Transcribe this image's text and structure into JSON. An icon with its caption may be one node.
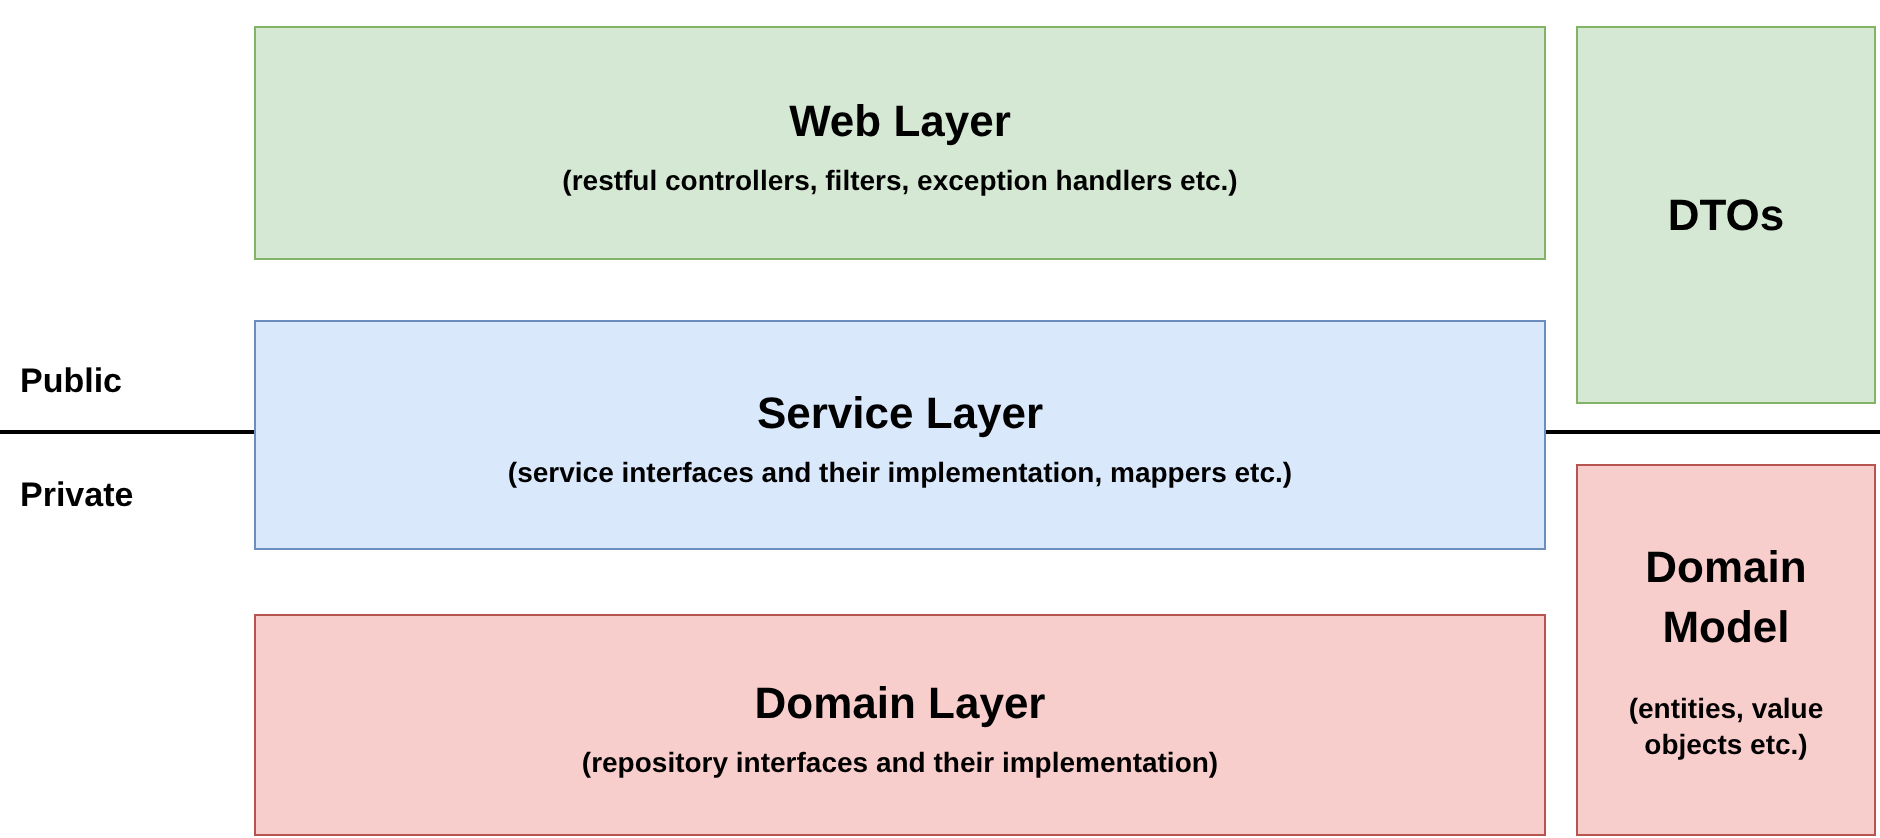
{
  "diagram": {
    "nodes": [
      {
        "text": [
          "Web Layer",
          "(restful controllers, filters, exception handlers etc.)"
        ]
      },
      {
        "text": [
          "DTOs"
        ]
      },
      {
        "text": [
          "Service Layer",
          "(service interfaces and their implementation, mappers etc.)"
        ]
      },
      {
        "text": [
          "Domain Model",
          "(entities, value objects etc.)"
        ]
      },
      {
        "text": [
          "Domain Layer",
          "(repository interfaces and their implementation)"
        ]
      }
    ],
    "labels": [
      "Public",
      "Private"
    ]
  }
}
